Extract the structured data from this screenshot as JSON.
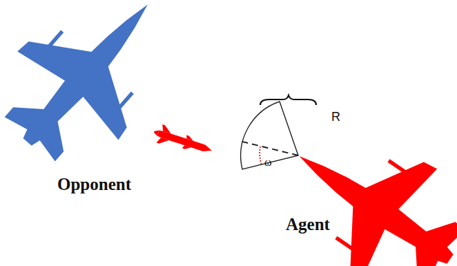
{
  "diagram": {
    "labels": [
      "R",
      "ω",
      "Opponent",
      "Agent"
    ]
  }
}
